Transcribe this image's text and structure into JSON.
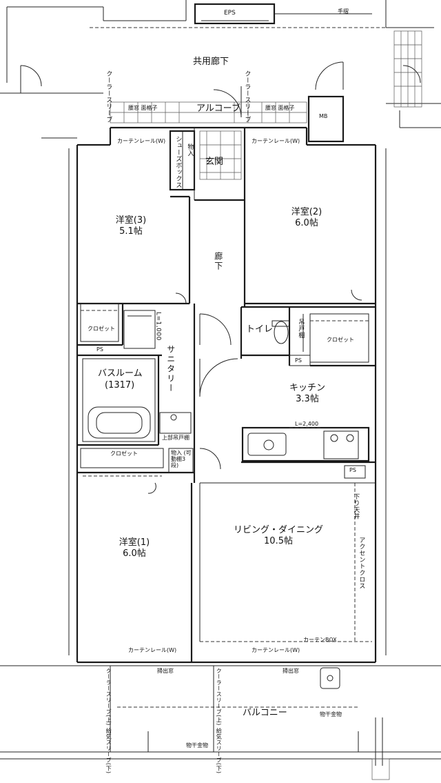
{
  "labels": {
    "eps": "EPS",
    "handrail": "手摺",
    "common_corridor": "共用廊下",
    "alcove": "アルコーブ",
    "mb": "MB",
    "window_grille_left": "腰窓 面格子",
    "window_grille_right": "腰窓 面格子",
    "cooler_sleeve_left": "クーラースリーブ",
    "cooler_sleeve_right": "クーラースリーブ",
    "curtain_rail_top_left": "カーテンレール(W)",
    "curtain_rail_top_right": "カーテンレール(W)",
    "shoes_box": "シューズボックス",
    "entrance": "玄関",
    "storage_entrance": "物入",
    "western_room_3": "洋室(3)",
    "western_room_3_size": "5.1帖",
    "western_room_2": "洋室(2)",
    "western_room_2_size": "6.0帖",
    "hallway": "廊下",
    "closet_1": "クロゼット",
    "closet_2": "クロゼット",
    "closet_3": "クロゼット",
    "ps_1": "PS",
    "ps_2": "PS",
    "ps_3": "PS",
    "toilet": "トイレ",
    "toilet_shelf": "吊戸棚",
    "sanitary": "サニタリー",
    "washstand": "L=1,000",
    "bathroom": "バスルーム",
    "bathroom_size": "(1317)",
    "washer_cabinet": "上部吊戸棚",
    "storage_shelf": "物入 (可動棚3段)",
    "kitchen": "キッチン",
    "kitchen_size": "3.3帖",
    "kitchen_length": "L=2,400",
    "living_dining": "リビング・ダイニング",
    "living_dining_size": "10.5帖",
    "dropped_ceiling": "下り天井",
    "accent_cloth": "アクセントクロス",
    "curtain_box": "カーテンBOX",
    "western_room_1": "洋室(1)",
    "western_room_1_size": "6.0帖",
    "curtain_rail_bottom_left": "カーテンレール(W)",
    "curtain_rail_bottom_right": "カーテンレール(W)",
    "sweep_window_left": "掃出窓",
    "sweep_window_right": "掃出窓",
    "sleeve_bottom_left": "クーラースリーブ(上) 給気スリーブ(下)",
    "sleeve_bottom_right": "クーラースリーブ(上) 給気スリーブ(下)",
    "balcony": "バルコニー",
    "drying_hardware_right": "物干金物",
    "drying_hardware_bottom": "物干金物"
  }
}
